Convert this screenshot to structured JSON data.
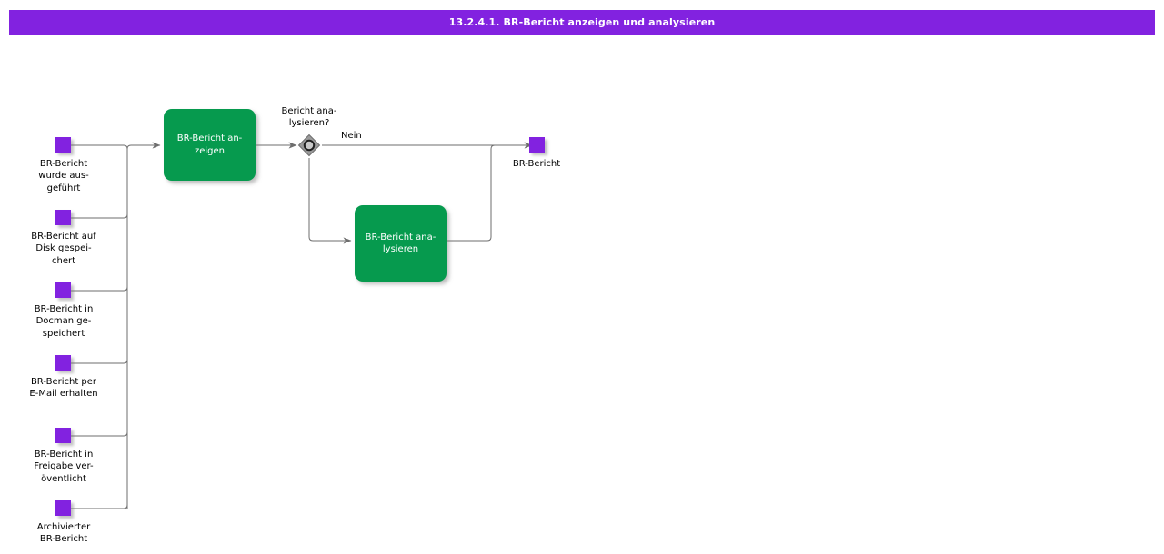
{
  "header": {
    "title": "13.2.4.1. BR-Bericht anzeigen und analysieren",
    "background_color": "#8222E0",
    "text_color": "#FFFFFF"
  },
  "colors": {
    "event": "#8222E0",
    "task": "#069A4E",
    "gateway": "#808080",
    "connector": "#6E6E6E",
    "text": "#000000"
  },
  "diagram": {
    "type": "bpmn-process-flow",
    "start_events": [
      {
        "id": "ev-ausgefuehrt",
        "label": "BR-Bericht\nwurde aus-\ngeführt"
      },
      {
        "id": "ev-disk",
        "label": "BR-Bericht auf\nDisk gespei-\nchert"
      },
      {
        "id": "ev-docman",
        "label": "BR-Bericht in\nDocman ge-\nspeichert"
      },
      {
        "id": "ev-email",
        "label": "BR-Bericht per\nE-Mail erhalten"
      },
      {
        "id": "ev-freigabe",
        "label": "BR-Bericht in\nFreigabe ver-\növentlicht"
      },
      {
        "id": "ev-archiviert",
        "label": "Archivierter\nBR-Bericht"
      }
    ],
    "tasks": [
      {
        "id": "task-anzeigen",
        "label": "BR-Bericht an-\nzeigen"
      },
      {
        "id": "task-analysieren",
        "label": "BR-Bericht ana-\nlysieren"
      }
    ],
    "gateways": [
      {
        "id": "gw-analysieren",
        "label": "Bericht ana-\nlysieren?",
        "kind": "inclusive"
      }
    ],
    "flow_labels": [
      {
        "id": "flow-nein",
        "label": "Nein"
      }
    ],
    "end_events": [
      {
        "id": "ev-br-bericht",
        "label": "BR-Bericht"
      }
    ]
  }
}
